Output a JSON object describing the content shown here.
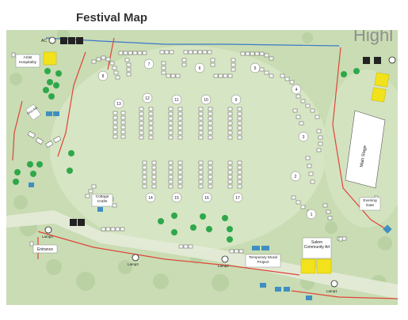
{
  "title": "Festival Map",
  "background_text": "Highl",
  "colors": {
    "ground": "#c9dcb3",
    "boundary": "#e0443a",
    "river": "#3c78c8",
    "tree": "#2ea84a",
    "portable": "#3f8fc0",
    "stage": "#ffffff",
    "hospitality": "#f2e21b",
    "booth": "#ffffff"
  },
  "labels": {
    "artist_hospitality": "Artist Hospitality",
    "cottage_crafts": "Cottage Crafts",
    "main_stage": "Main Stage",
    "evening_gate": "Evening Gate",
    "entrance": "Entrance",
    "temporary_mural": "Temporary Mural Project",
    "salem_art": "Salem Community Art",
    "ac": "AC",
    "first_aid": "First Aid"
  },
  "lamps": [
    "Lamp4",
    "Lamp3",
    "Lamp2",
    "Lamp1"
  ],
  "section_numbers": [
    "1",
    "2",
    "3",
    "4",
    "5",
    "6",
    "7",
    "8",
    "9",
    "10",
    "11",
    "12",
    "13",
    "14",
    "15",
    "16",
    "17"
  ],
  "icons": [
    "restroom-icon",
    "accessible-icon",
    "lamp-icon",
    "info-icon"
  ]
}
